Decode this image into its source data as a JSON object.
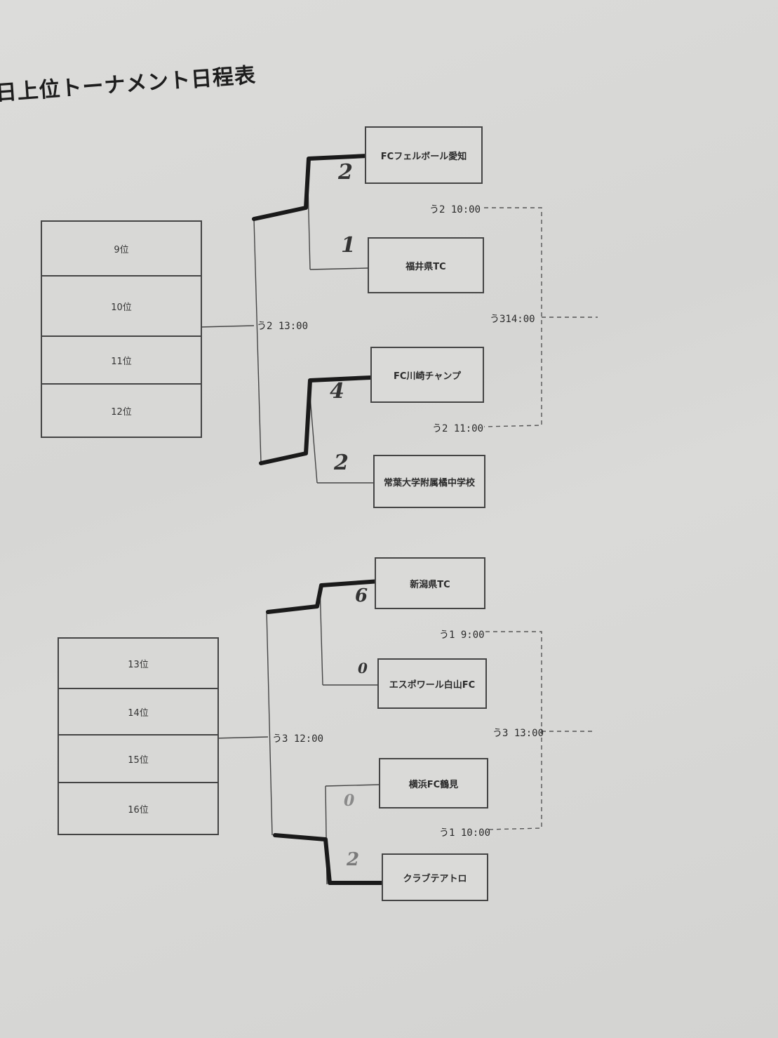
{
  "title": "日上位トーナメント日程表",
  "groups": [
    {
      "ranks": [
        "9位",
        "10位",
        "11位",
        "12位"
      ],
      "final_time": "う2 13:00",
      "teams": [
        "FCフェルボール愛知",
        "福井県TC",
        "FC川崎チャンプ",
        "常葉大学附属橘中学校"
      ],
      "scores": [
        "2",
        "1",
        "4",
        "2"
      ],
      "match_times": [
        "う2 10:00",
        "う2 11:00"
      ],
      "loser_time": "う314:00"
    },
    {
      "ranks": [
        "13位",
        "14位",
        "15位",
        "16位"
      ],
      "final_time": "う3 12:00",
      "teams": [
        "新潟県TC",
        "エスポワール白山FC",
        "横浜FC鶴見",
        "クラブテアトロ"
      ],
      "scores": [
        "6",
        "0",
        "0",
        "2"
      ],
      "match_times": [
        "う1 9:00",
        "う1 10:00"
      ],
      "loser_time": "う3 13:00"
    }
  ]
}
